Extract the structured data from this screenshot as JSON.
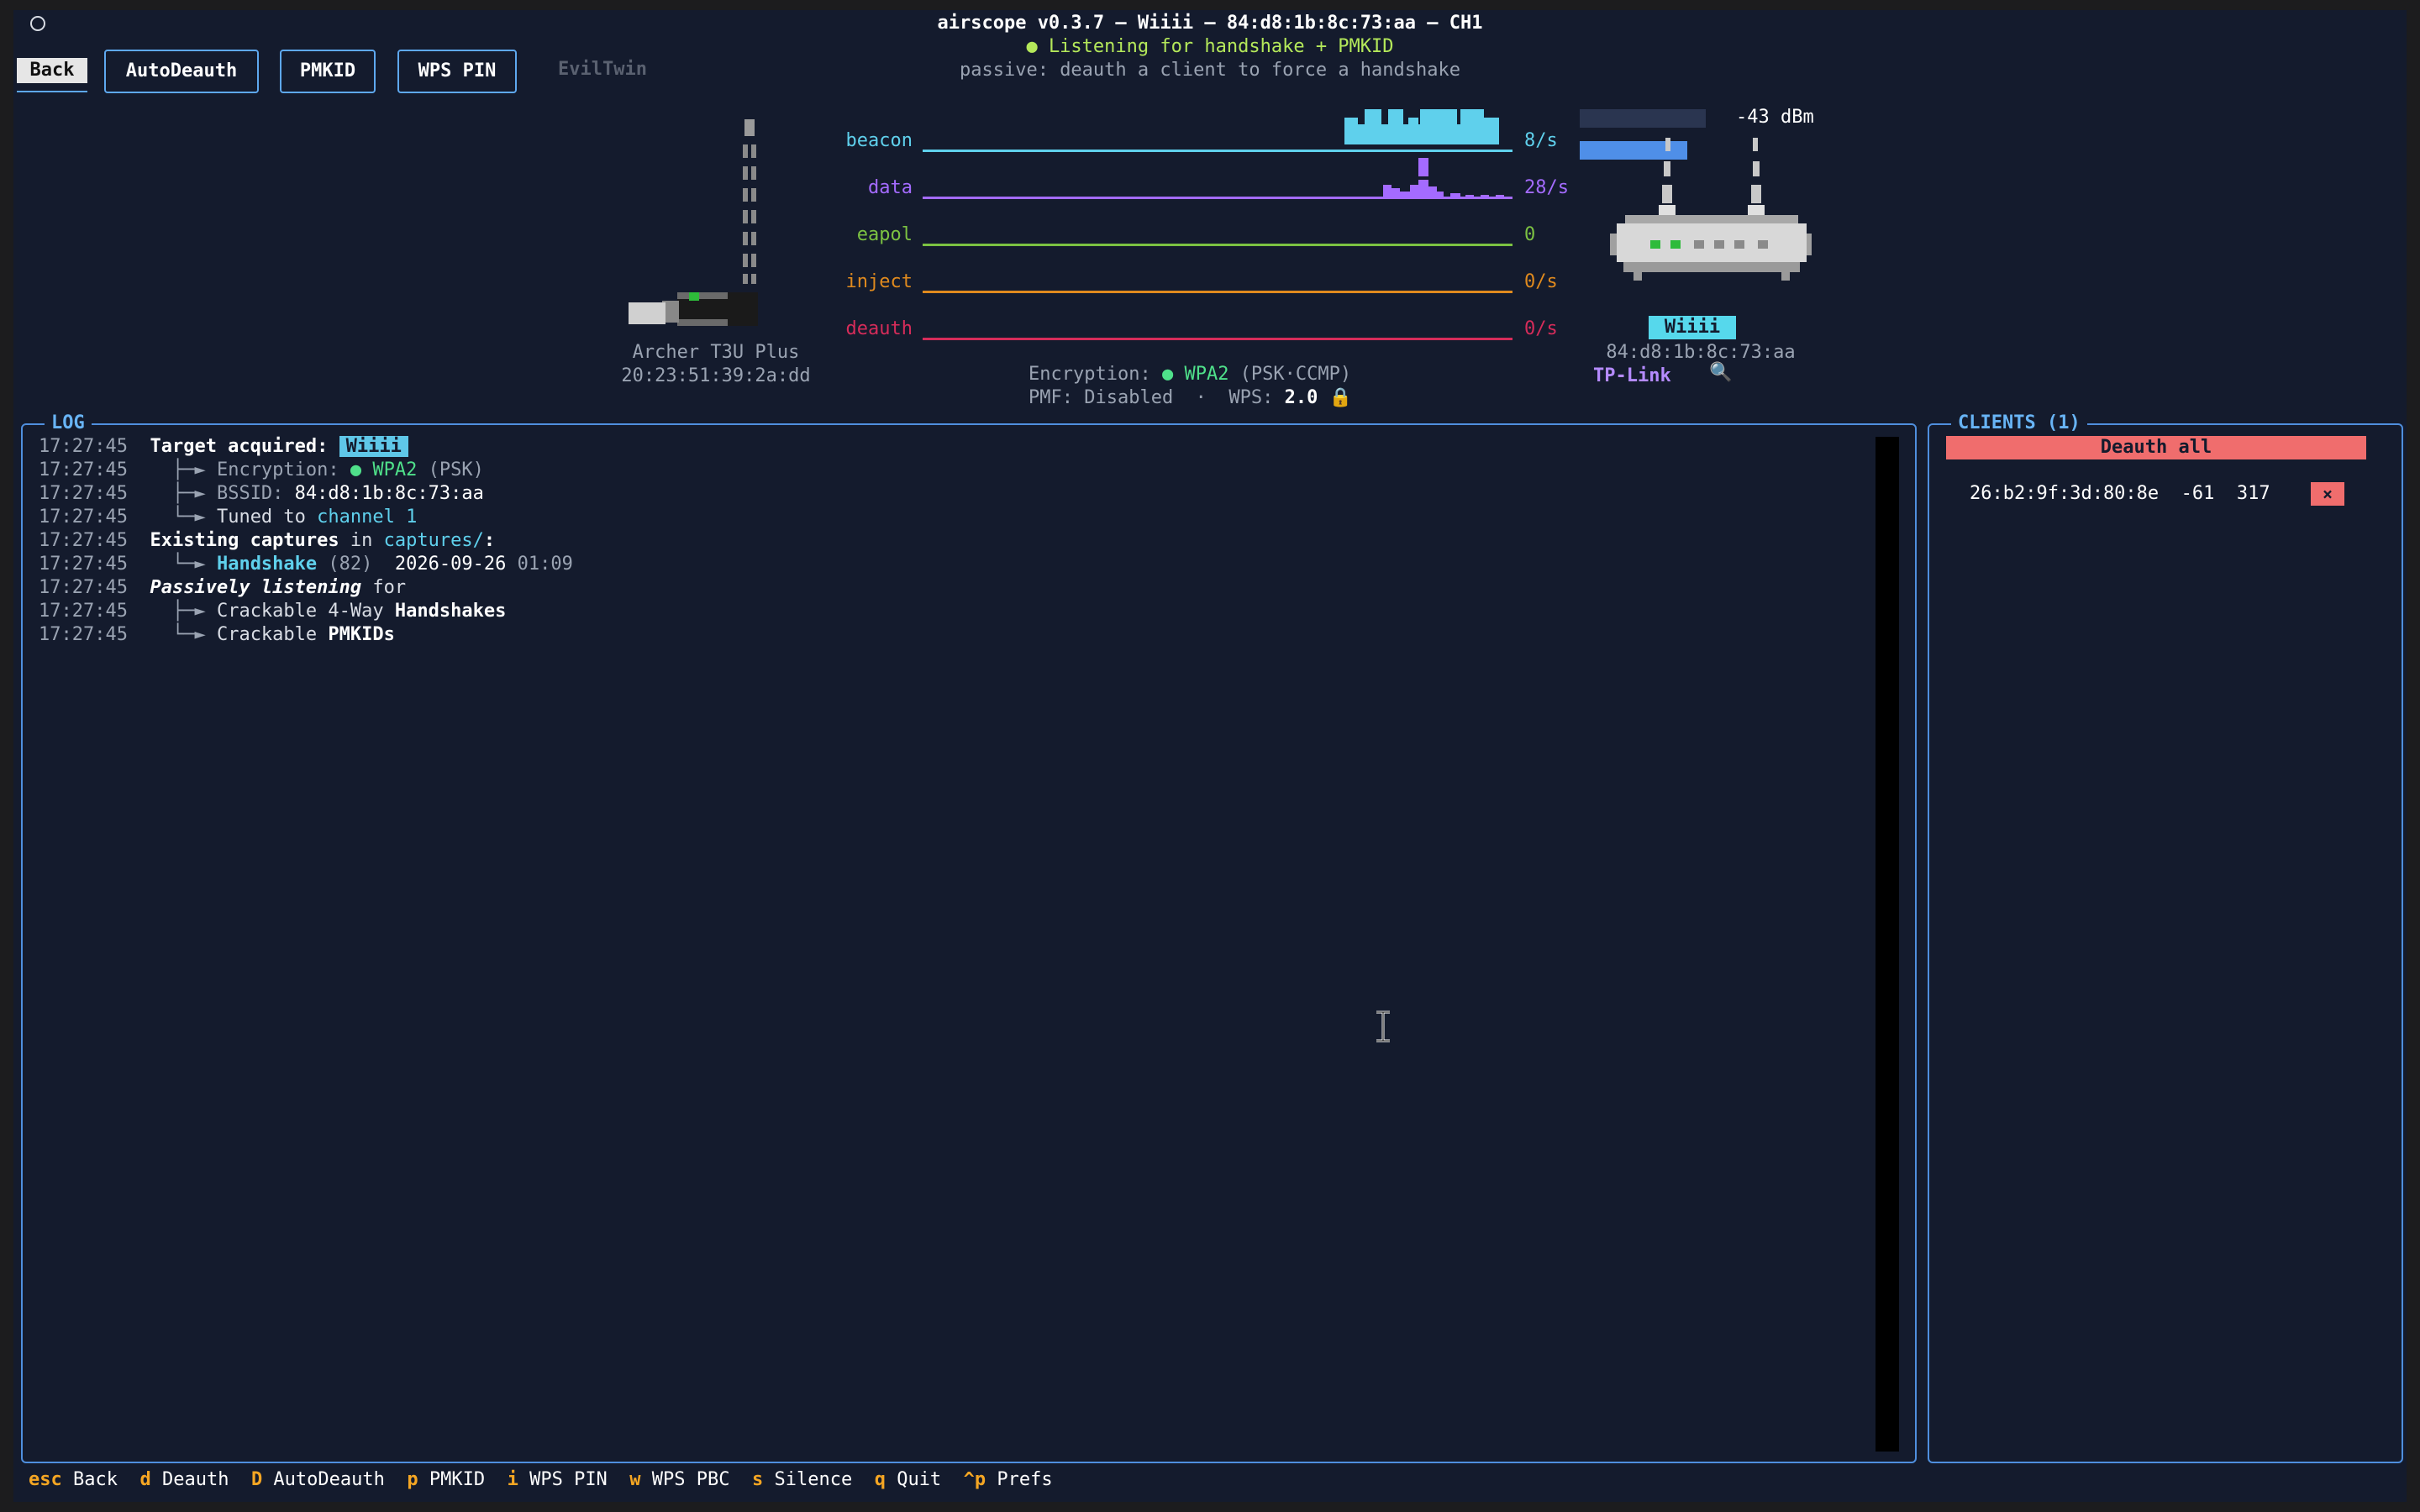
{
  "header": {
    "title": "airscope v0.3.7 — Wiiii — 84:d8:1b:8c:73:aa — CH1",
    "status_dot": "●",
    "status": "Listening for handshake + PMKID",
    "subtitle": "passive: deauth a client to force a handshake"
  },
  "toolbar": {
    "back": "Back",
    "autodeauth": "AutoDeauth",
    "pmkid": "PMKID",
    "wps_pin": "WPS PIN",
    "eviltwin": "EvilTwin"
  },
  "adapter": {
    "name": "Archer T3U Plus",
    "mac": "20:23:51:39:2a:dd"
  },
  "graphs": [
    {
      "label": "beacon",
      "rate": "8/s",
      "color": "#5fd0ec"
    },
    {
      "label": "data",
      "rate": "28/s",
      "color": "#a46bff"
    },
    {
      "label": "eapol",
      "rate": "0",
      "color": "#7cc242"
    },
    {
      "label": "inject",
      "rate": "0/s",
      "color": "#e08a1e"
    },
    {
      "label": "deauth",
      "rate": "0/s",
      "color": "#d62c5a"
    }
  ],
  "encryption": {
    "label": "Encryption:",
    "dot": "●",
    "value": "WPA2",
    "cipher": "(PSK·CCMP)",
    "pmf": "PMF: Disabled  ·  WPS:",
    "wps_version": "2.0",
    "lock": "🔒"
  },
  "target": {
    "signal": "-43 dBm",
    "signal_level": 0.85,
    "ssid": "Wiiii",
    "bssid": "84:d8:1b:8c:73:aa",
    "vendor": "TP-Link",
    "search_icon": "🔍"
  },
  "log": {
    "title": "LOG",
    "lines": [
      {
        "time": "17:27:45",
        "prefix": "",
        "parts": [
          {
            "t": "Target acquired: ",
            "c": "white bold"
          },
          {
            "t": "Wiiii",
            "c": "tag"
          }
        ]
      },
      {
        "time": "17:27:45",
        "prefix": "  ├─► ",
        "parts": [
          {
            "t": "Encryption: ",
            "c": "dim"
          },
          {
            "t": "● WPA2",
            "c": "green"
          },
          {
            "t": " (PSK)",
            "c": "dim"
          }
        ]
      },
      {
        "time": "17:27:45",
        "prefix": "  ├─► ",
        "parts": [
          {
            "t": "BSSID: ",
            "c": "dim"
          },
          {
            "t": "84:d8:1b:8c:73:aa",
            "c": "white"
          }
        ]
      },
      {
        "time": "17:27:45",
        "prefix": "  └─► ",
        "parts": [
          {
            "t": "Tuned to ",
            "c": ""
          },
          {
            "t": "channel 1",
            "c": "cyan"
          }
        ]
      },
      {
        "time": "17:27:45",
        "prefix": "",
        "parts": [
          {
            "t": "Existing captures",
            "c": "white bold"
          },
          {
            "t": " in ",
            "c": ""
          },
          {
            "t": "captures/",
            "c": "cyan"
          },
          {
            "t": ":",
            "c": "white bold"
          }
        ]
      },
      {
        "time": "17:27:45",
        "prefix": "  └─► ",
        "parts": [
          {
            "t": "Handshake",
            "c": "cyan bold"
          },
          {
            "t": " (82)",
            "c": "dim"
          },
          {
            "t": "  2026-09-26 ",
            "c": "white"
          },
          {
            "t": "01:09",
            "c": "dim"
          }
        ]
      },
      {
        "time": "17:27:45",
        "prefix": "",
        "parts": [
          {
            "t": "Passively listening",
            "c": "white bold italic"
          },
          {
            "t": " for",
            "c": ""
          }
        ]
      },
      {
        "time": "17:27:45",
        "prefix": "  ├─► ",
        "parts": [
          {
            "t": "Crackable 4-Way ",
            "c": ""
          },
          {
            "t": "Handshakes",
            "c": "white bold"
          }
        ]
      },
      {
        "time": "17:27:45",
        "prefix": "  └─► ",
        "parts": [
          {
            "t": "Crackable ",
            "c": ""
          },
          {
            "t": "PMKIDs",
            "c": "white bold"
          }
        ]
      }
    ]
  },
  "clients": {
    "title": "CLIENTS (1)",
    "deauth_all": "Deauth all",
    "rows": [
      {
        "mac": "26:b2:9f:3d:80:8e",
        "rssi": "-61",
        "packets": "317",
        "action": "×"
      }
    ]
  },
  "footer": [
    {
      "key": "esc",
      "label": "Back"
    },
    {
      "key": "d",
      "label": "Deauth"
    },
    {
      "key": "D",
      "label": "AutoDeauth"
    },
    {
      "key": "p",
      "label": "PMKID"
    },
    {
      "key": "i",
      "label": "WPS PIN"
    },
    {
      "key": "w",
      "label": "WPS PBC"
    },
    {
      "key": "s",
      "label": "Silence"
    },
    {
      "key": "q",
      "label": "Quit"
    },
    {
      "key": "^p",
      "label": "Prefs"
    }
  ]
}
